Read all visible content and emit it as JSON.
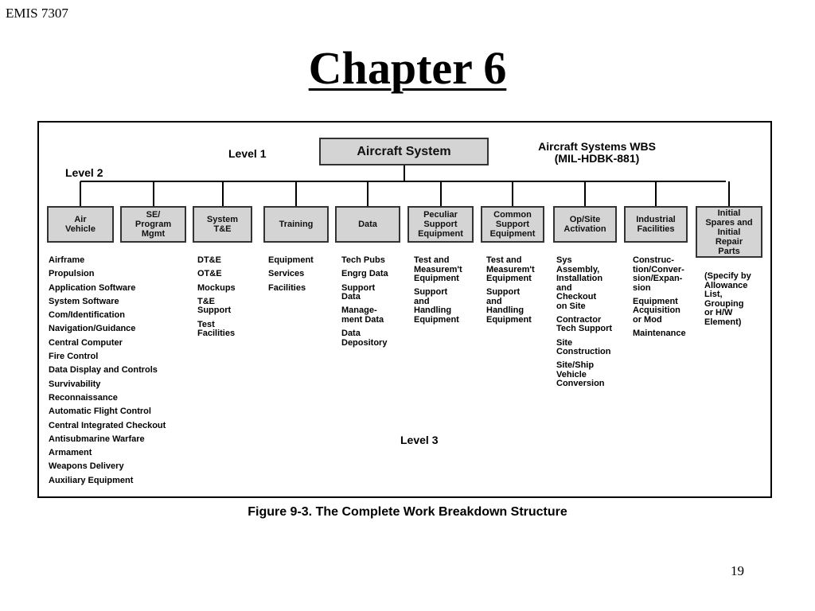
{
  "slide": {
    "course": "EMIS 7307",
    "title": "Chapter 6",
    "page_number": "19"
  },
  "diagram": {
    "root": "Aircraft System",
    "wbs_title": "Aircraft Systems WBS\n(MIL-HDBK-881)",
    "level1_label": "Level 1",
    "level2_label": "Level 2",
    "level3_label": "Level 3",
    "caption": "Figure 9-3. The Complete Work Breakdown Structure",
    "nodes": [
      {
        "label": "Air\nVehicle",
        "items": [
          "Airframe",
          "Propulsion",
          "Application Software",
          "System Software",
          "Com/Identification",
          "Navigation/Guidance",
          "Central Computer",
          "Fire Control",
          "Data Display and Controls",
          "Survivability",
          "Reconnaissance",
          "Automatic Flight Control",
          "Central Integrated Checkout",
          "Antisubmarine Warfare",
          "Armament",
          "Weapons Delivery",
          "Auxiliary Equipment"
        ]
      },
      {
        "label": "SE/\nProgram\nMgmt",
        "items": []
      },
      {
        "label": "System\nT&E",
        "items": [
          "DT&E",
          "OT&E",
          "Mockups",
          "T&E\nSupport",
          "Test\nFacilities"
        ]
      },
      {
        "label": "Training",
        "items": [
          "Equipment",
          "Services",
          "Facilities"
        ]
      },
      {
        "label": "Data",
        "items": [
          "Tech Pubs",
          "Engrg Data",
          "Support\nData",
          "Manage-\nment Data",
          "Data\nDepository"
        ]
      },
      {
        "label": "Peculiar\nSupport\nEquipment",
        "items": [
          "Test and\nMeasurem't\nEquipment",
          "Support\nand\nHandling\nEquipment"
        ]
      },
      {
        "label": "Common\nSupport\nEquipment",
        "items": [
          "Test and\nMeasurem't\nEquipment",
          "Support\nand\nHandling\nEquipment"
        ]
      },
      {
        "label": "Op/Site\nActivation",
        "items": [
          "Sys\nAssembly,\nInstallation\nand\nCheckout\non Site",
          "Contractor\nTech Support",
          "Site\nConstruction",
          "Site/Ship\nVehicle\nConversion"
        ]
      },
      {
        "label": "Industrial\nFacilities",
        "items": [
          "Construc-\ntion/Conver-\nsion/Expan-\nsion",
          "Equipment\nAcquisition\nor Mod",
          "Maintenance"
        ]
      },
      {
        "label": "Initial\nSpares and\nInitial\nRepair\nParts",
        "items": [
          "(Specify by\nAllowance\nList,\nGrouping\nor H/W\nElement)"
        ]
      }
    ]
  }
}
